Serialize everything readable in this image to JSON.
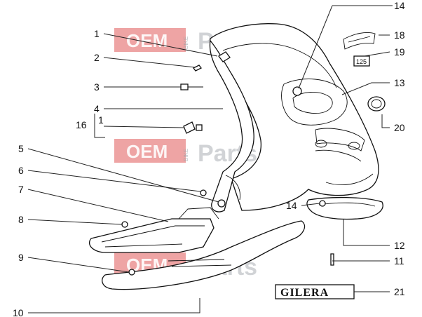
{
  "watermark": {
    "oem": "OEM",
    "bike": "BIKE",
    "parts": "Parts"
  },
  "brand_label": "GILERA",
  "badge_125": "125",
  "kit_label": "1",
  "callouts": {
    "c1": "1",
    "c2": "2",
    "c3": "3",
    "c4": "4",
    "c5": "5",
    "c6": "6",
    "c7": "7",
    "c8": "8",
    "c9": "9",
    "c10": "10",
    "c11": "11",
    "c12": "12",
    "c13": "13",
    "c14a": "14",
    "c14b": "14",
    "c16": "16",
    "c18": "18",
    "c19": "19",
    "c20": "20",
    "c21": "21"
  },
  "colors": {
    "watermark_red": "#e05a5a",
    "watermark_grey": "#9aa0a6",
    "line": "#111111"
  }
}
